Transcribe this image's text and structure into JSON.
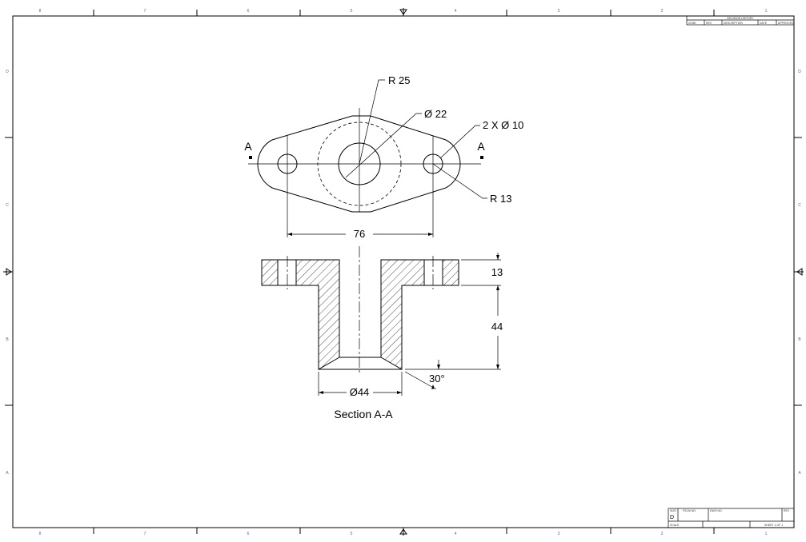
{
  "border": {
    "columns": [
      "8",
      "7",
      "6",
      "5",
      "4",
      "3",
      "2",
      "1"
    ],
    "rows": [
      "D",
      "C",
      "B",
      "A"
    ]
  },
  "revision_block": {
    "title": "REVISION HISTORY",
    "headers": [
      "ZONE",
      "REV",
      "DESCRIPTION",
      "DATE",
      "APPROVED"
    ]
  },
  "title_block": {
    "size_label": "SIZE",
    "size_value": "D",
    "fscm_label": "FSCM NO",
    "dwg_label": "DWG NO",
    "rev_label": "REV",
    "scale_label": "SCALE",
    "sheet_label": "SHEET 1 OF 1"
  },
  "top_view": {
    "section_mark_left": "A",
    "section_mark_right": "A",
    "r25": "R 25",
    "dia22": "Ø 22",
    "holes": "2 X Ø 10",
    "r13": "R 13",
    "width": "76"
  },
  "section_view": {
    "flange_thickness": "13",
    "hub_height": "44",
    "hub_diameter": "Ø44",
    "chamfer_angle": "30°",
    "caption": "Section A-A"
  }
}
